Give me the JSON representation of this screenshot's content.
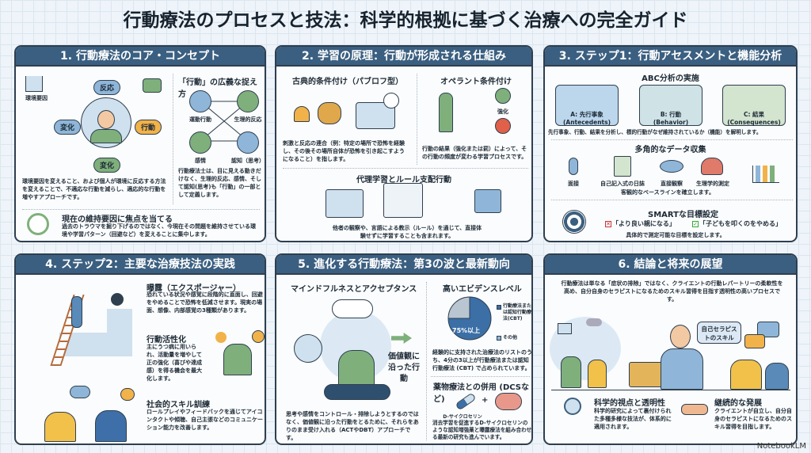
{
  "title": "行動療法のプロセスと技法：科学的根拠に基づく治療への完全ガイド",
  "p1": {
    "header": "1. 行動療法のコア・コンセプト",
    "env": "環境要因",
    "reaction": "反応",
    "change_left": "変化",
    "action": "行動",
    "change_bottom": "変化",
    "desc": "環境要因を変えること、および個人が環境に反応する方法を変えることで、不適応な行動を減らし、適応的な行動を増やすアプローチです。",
    "broad_title": "「行動」の広義な捉え方",
    "motor": "運動行動",
    "physio": "生理的反応",
    "emotion": "感情",
    "cognition": "認知（思考）",
    "broad_desc": "行動療法士は、目に見える動きだけなく、生理的反応、感情、そして認知(思考)も「行動」の一部として定義します。",
    "focus_title": "現在の維持要因に焦点を当てる",
    "focus_desc": "過去のトラウマを掘り下げるのではなく、今現在その問題を維持させている環境や学習パターン（回避など）を変えることに集中します。"
  },
  "p2": {
    "header": "2. 学習の原理：行動が形成される仕組み",
    "classical_title": "古典的条件付け（パブロフ型）",
    "classical_desc": "刺激と反応の連合（例：特定の場所で恐怖を経験し、その後その場所自体が恐怖を引き起こすようになること）を指します。",
    "operant_title": "オペラント条件付け",
    "reinforce": "強化",
    "operant_desc": "行動の結果（強化または罰）によって、その行動の頻度が変わる学習プロセスです。",
    "vicarious_title": "代理学習とルール支配行動",
    "vicarious_desc": "他者の観察や、言語による教示（ルール）を通じて、直接体験せずに学習することも含まれます。"
  },
  "p3": {
    "header": "3. ステップ1：行動アセスメントと機能分析",
    "abc_title": "ABC分析の実施",
    "a": "A: 先行事象",
    "a_en": "(Antecedents)",
    "b": "B: 行動",
    "b_en": "(Behavior)",
    "c": "C: 結果",
    "c_en": "(Consequences)",
    "abc_desc": "先行事象、行動、結果を分析し、標的行動がなぜ維持されているか（機能）を解明します。",
    "data_title": "多角的なデータ収集",
    "interview": "面接",
    "diary": "自己記入式の日誌",
    "observe": "直接観察",
    "physio": "生理学的測定",
    "data_desc": "客観的なベースラインを確立します。",
    "smart_title": "SMARTな目標設定",
    "bad_goal": "「より良い親になる」",
    "good_goal": "「子どもを叩くのをやめる」",
    "smart_desc": "具体的で測定可能な目標を設定します。"
  },
  "p4": {
    "header": "4. ステップ2：主要な治療技法の実践",
    "exposure_title": "曝露（エクスポージャー）",
    "exposure_desc": "恐れている状況や感覚に段階的に直面し、回避をやめることで恐怖を低減させます。現実の場面、想像、内部感覚の3種類があります。",
    "activation_title": "行動活性化",
    "activation_desc": "主にうつ病に用いられ、活動量を増やして正の強化（喜びや達成感）を得る機会を最大化します。",
    "social_title": "社会的スキル訓練",
    "social_desc": "ロールプレイやフィードバックを通じてアイコンタクトや傾聴、自己主張などのコミュニケーション能力を改善します。"
  },
  "p5": {
    "header": "5. 進化する行動療法：第3の波と最新動向",
    "mind_title": "マインドフルネスとアクセプタンス",
    "values_action": "価値観に沿った行動",
    "mind_desc": "思考や感情をコントロール・排除しようとするのではなく、価値観に沿った行動をとるために、それらをありのまま受け入れる（ACTやDBT）アプローチです。",
    "evidence_title": "高いエビデンスレベル",
    "legend_cbt": "行動療法または認知行動療法(CBT)",
    "legend_other": "その他",
    "pie_label": "75%以上",
    "evidence_desc": "経験的に支持された治療法のリストのうち、4分の3以上が行動療法または認知行動療法 (CBT) で占められています。",
    "drug_title": "薬物療法との併用 (DCSなど)",
    "dcs": "D-サイクロセリン",
    "plus": "+",
    "drug_desc": "消去学習を促進するD-サイクロセリンのような認知増強薬と曝露療法を組み合わせる最新の研究も進んでいます。",
    "chart_data": {
      "type": "pie",
      "labels": [
        "行動療法または認知行動療法(CBT)",
        "その他"
      ],
      "values": [
        75,
        25
      ]
    }
  },
  "p6": {
    "header": "6. 結論と将来の展望",
    "desc": "行動療法は単なる「症状の排除」ではなく、クライエントの行動レパートリーの柔軟性を高め、自分自身のセラピストになるためのスキル習得を目指す透明性の高いプロセスです。",
    "bubble": "自己セラピストのスキル",
    "sci_title": "科学的視点と透明性",
    "sci_desc": "科学的研究によって裏付けられた多種多様な技法が、体系的に適用されます。",
    "dev_title": "継続的な発展",
    "dev_desc": "クライエントが自立し、自分自身のセラピストになるためのスキル習得を目指します。"
  },
  "logo": "NotebookLM",
  "colors": {
    "header": "#3b5f80",
    "border": "#2e3f50",
    "green": "#7fb07c",
    "orange": "#f2b24a",
    "blue": "#8fb6d8"
  }
}
